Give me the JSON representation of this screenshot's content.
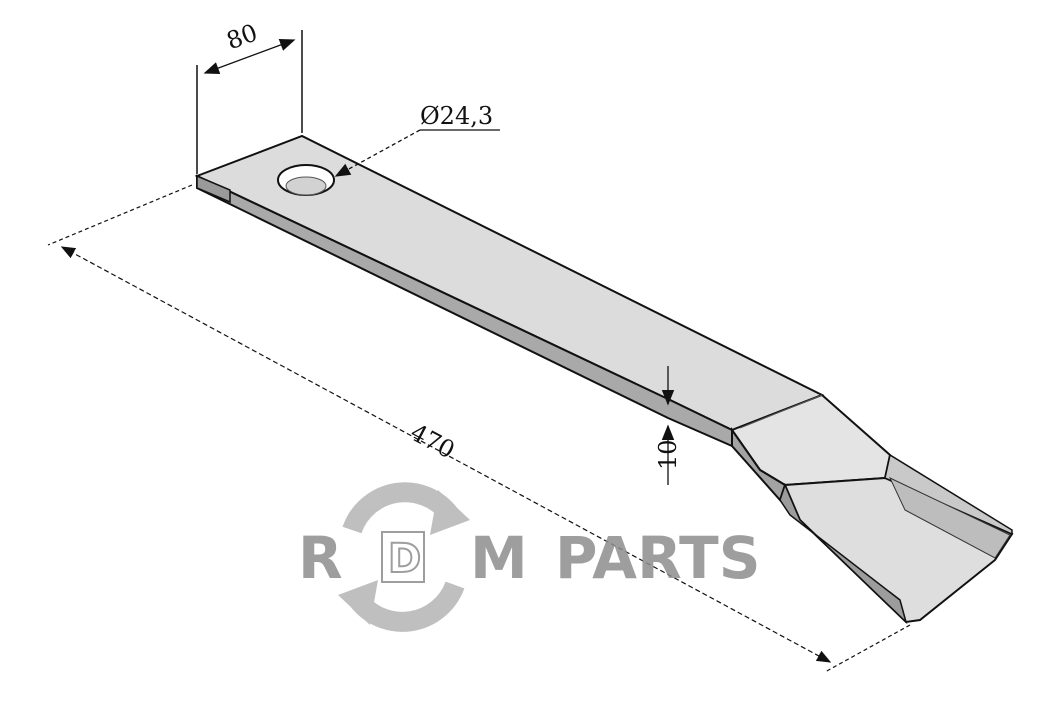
{
  "drawing": {
    "dimensions": {
      "width": "80",
      "hole_diameter": "Ø24,3",
      "length": "470",
      "thickness": "10"
    }
  },
  "watermark": {
    "letters": [
      "R",
      "D",
      "M"
    ],
    "suffix": "PARTS",
    "color": "#8e8e8e",
    "circle_color": "#b5b5b5"
  },
  "colors": {
    "blade_face": "#dcdcdc",
    "blade_edge": "#a6a6a6",
    "outline": "#111111"
  }
}
